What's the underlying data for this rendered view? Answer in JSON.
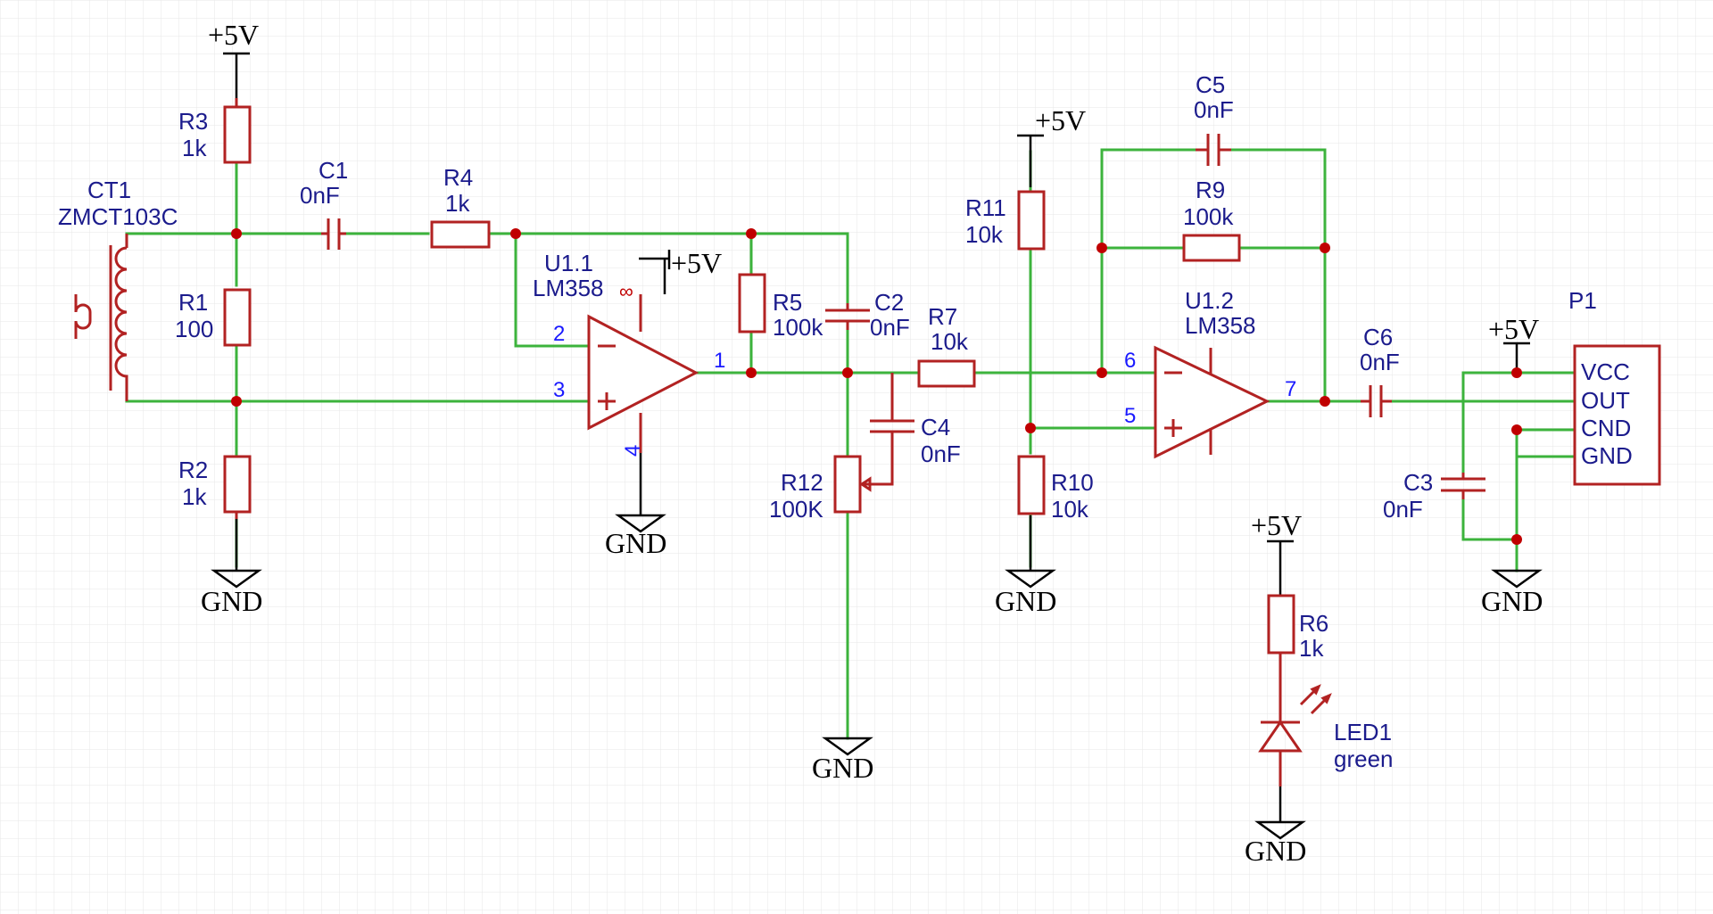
{
  "power": {
    "vcc": "+5V",
    "gnd": "GND"
  },
  "components": {
    "CT1": {
      "ref": "CT1",
      "value": "ZMCT103C"
    },
    "R1": {
      "ref": "R1",
      "value": "100"
    },
    "R2": {
      "ref": "R2",
      "value": "1k"
    },
    "R3": {
      "ref": "R3",
      "value": "1k"
    },
    "R4": {
      "ref": "R4",
      "value": "1k"
    },
    "R5": {
      "ref": "R5",
      "value": "100k"
    },
    "R6": {
      "ref": "R6",
      "value": "1k"
    },
    "R7": {
      "ref": "R7",
      "value": "10k"
    },
    "R9": {
      "ref": "R9",
      "value": "100k"
    },
    "R10": {
      "ref": "R10",
      "value": "10k"
    },
    "R11": {
      "ref": "R11",
      "value": "10k"
    },
    "R12": {
      "ref": "R12",
      "value": "100K"
    },
    "C1": {
      "ref": "C1",
      "value": "0nF"
    },
    "C2": {
      "ref": "C2",
      "value": "0nF"
    },
    "C3": {
      "ref": "C3",
      "value": "0nF"
    },
    "C4": {
      "ref": "C4",
      "value": "0nF"
    },
    "C5": {
      "ref": "C5",
      "value": "0nF"
    },
    "C6": {
      "ref": "C6",
      "value": "0nF"
    },
    "U1_1": {
      "ref": "U1.1",
      "value": "LM358",
      "pin_minus": "2",
      "pin_plus": "3",
      "pin_out": "1",
      "pin_gnd": "4",
      "pin_vcc": "8"
    },
    "U1_2": {
      "ref": "U1.2",
      "value": "LM358",
      "pin_minus": "6",
      "pin_plus": "5",
      "pin_out": "7"
    },
    "LED1": {
      "ref": "LED1",
      "value": "green"
    },
    "P1": {
      "ref": "P1",
      "pins": [
        "VCC",
        "OUT",
        "CND",
        "GND"
      ]
    }
  }
}
